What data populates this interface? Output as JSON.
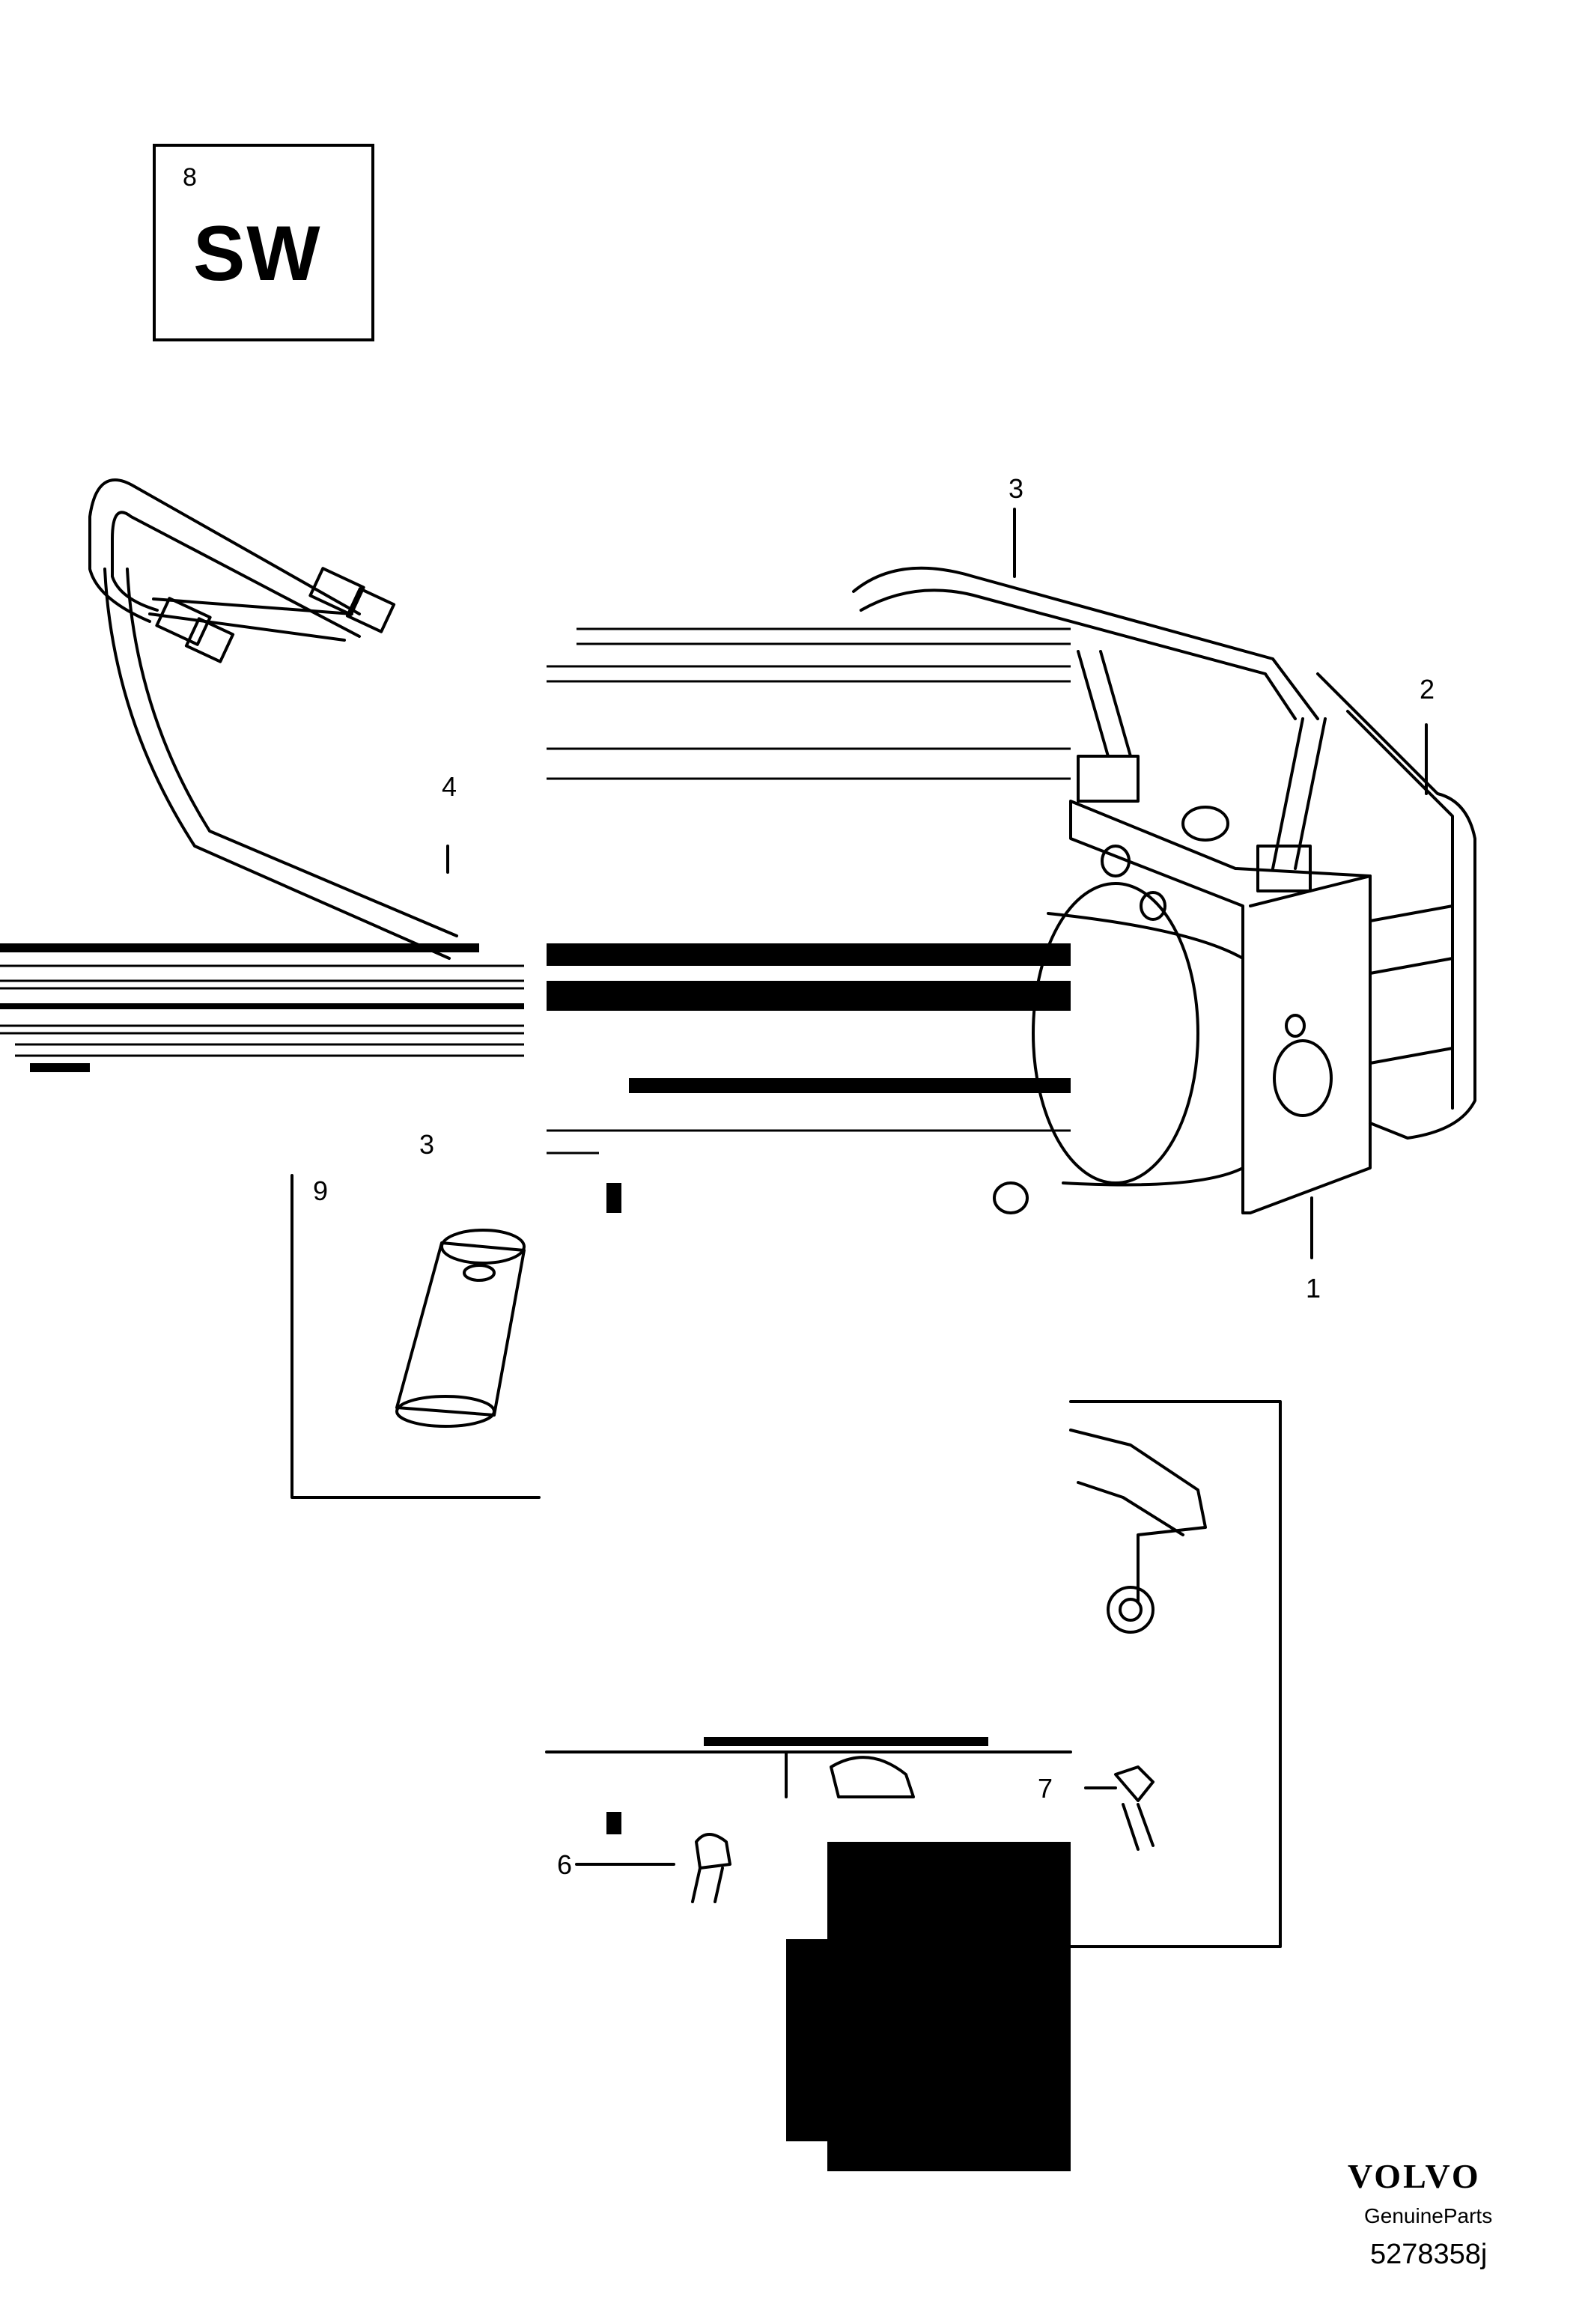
{
  "badge": {
    "number": "8",
    "code": "SW"
  },
  "callouts": {
    "c1": "1",
    "c2": "2",
    "c3a": "3",
    "c3b": "3",
    "c4": "4",
    "c6": "6",
    "c7": "7",
    "c9": "9"
  },
  "footer": {
    "brand": "VOLVO",
    "tagline": "GenuineParts",
    "diagram_code": "5278358j"
  }
}
